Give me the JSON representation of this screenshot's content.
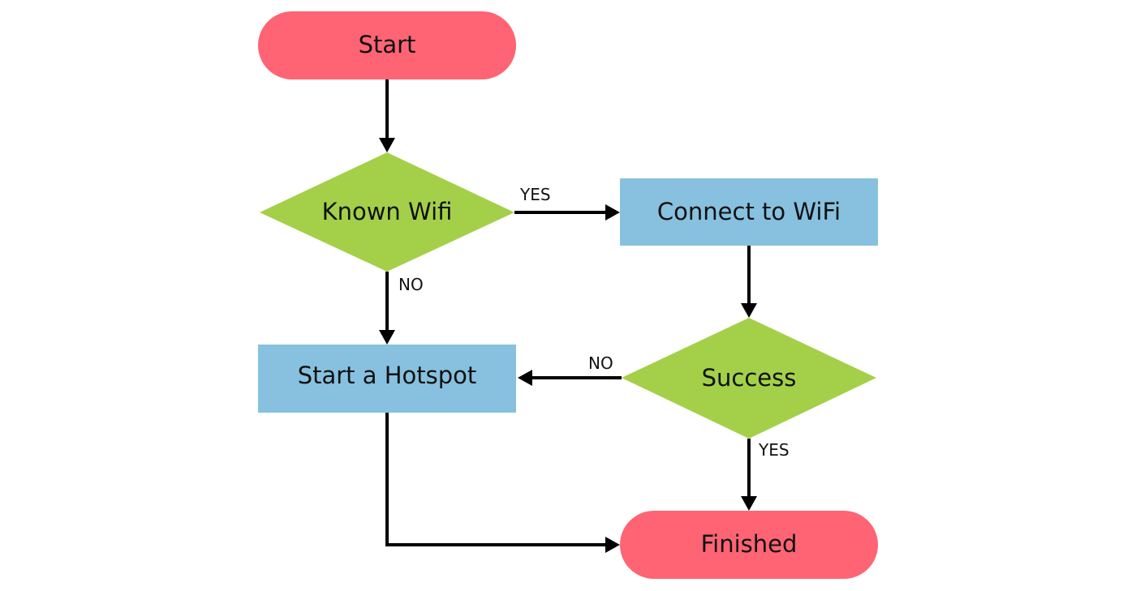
{
  "colors": {
    "terminal": "#fe6473",
    "decision": "#a4d049",
    "process": "#87c1df",
    "line": "#000000",
    "text": "#111111"
  },
  "nodes": {
    "start": {
      "label": "Start",
      "shape": "terminal"
    },
    "known_wifi": {
      "label": "Known Wifi",
      "shape": "decision"
    },
    "connect_wifi": {
      "label": "Connect to WiFi",
      "shape": "process"
    },
    "start_hotspot": {
      "label": "Start a Hotspot",
      "shape": "process"
    },
    "success": {
      "label": "Success",
      "shape": "decision"
    },
    "finished": {
      "label": "Finished",
      "shape": "terminal"
    }
  },
  "edges": {
    "start_to_known": {
      "from": "Start",
      "to": "Known Wifi",
      "label": ""
    },
    "known_yes": {
      "from": "Known Wifi",
      "to": "Connect to WiFi",
      "label": "YES"
    },
    "known_no": {
      "from": "Known Wifi",
      "to": "Start a Hotspot",
      "label": "NO"
    },
    "connect_to_success": {
      "from": "Connect to WiFi",
      "to": "Success",
      "label": ""
    },
    "success_no": {
      "from": "Success",
      "to": "Start a Hotspot",
      "label": "NO"
    },
    "success_yes": {
      "from": "Success",
      "to": "Finished",
      "label": "YES"
    },
    "hotspot_to_finished": {
      "from": "Start a Hotspot",
      "to": "Finished",
      "label": ""
    }
  }
}
